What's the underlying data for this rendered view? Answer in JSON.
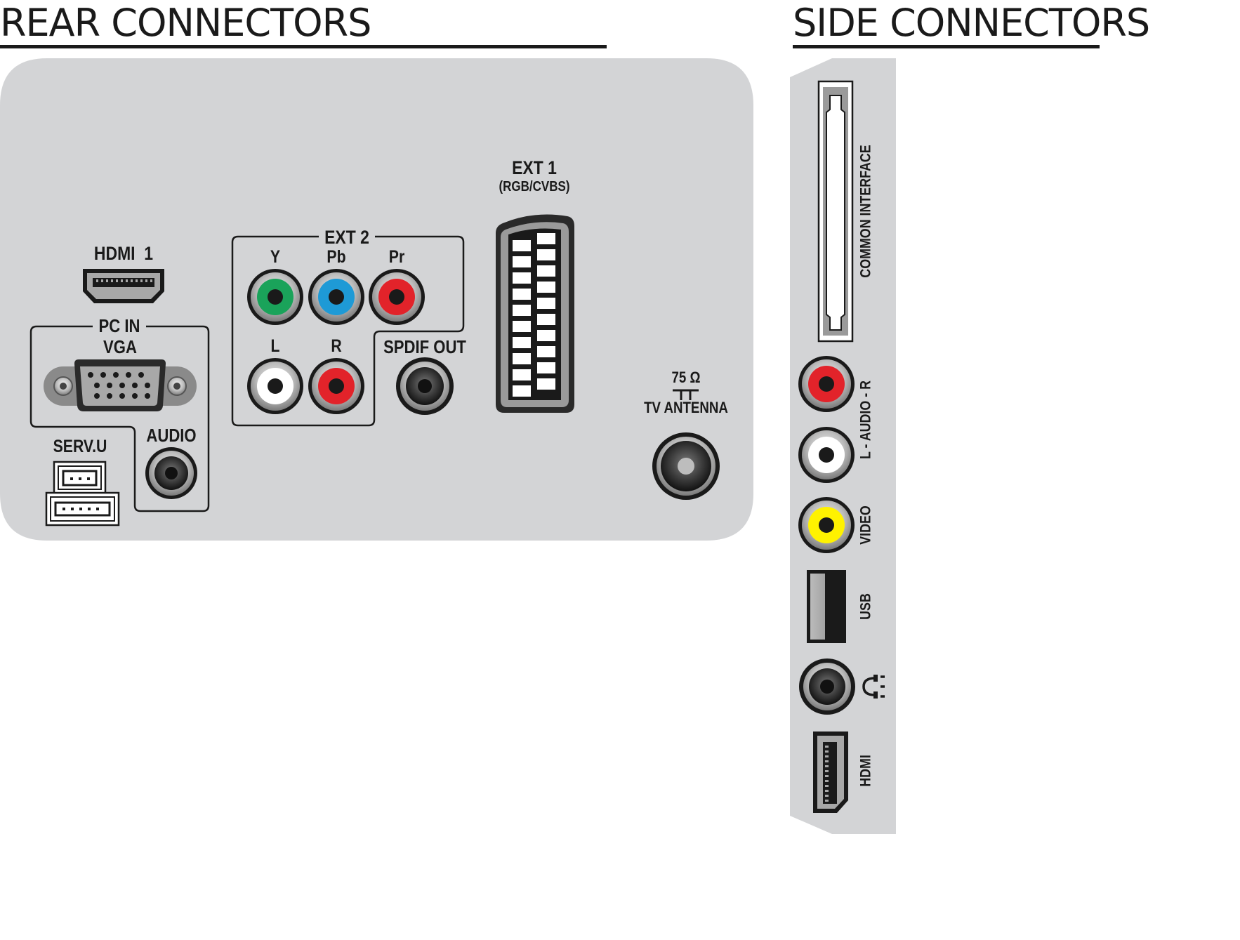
{
  "rear": {
    "title": "REAR CONNECTORS",
    "hdmi1": "HDMI  1",
    "ext2": "EXT 2",
    "y": "Y",
    "pb": "Pb",
    "pr": "Pr",
    "l": "L",
    "r": "R",
    "spdif": "SPDIF OUT",
    "ext1": "EXT 1",
    "ext1_sub": "(RGB/CVBS)",
    "pc_in": "PC IN",
    "vga": "VGA",
    "serv_u": "SERV.U",
    "audio": "AUDIO",
    "ohm": "75 Ω",
    "antenna": "TV ANTENNA"
  },
  "side": {
    "title": "SIDE CONNECTORS",
    "common_interface": "COMMON INTERFACE",
    "audio_lr": "L - AUDIO - R",
    "video": "VIDEO",
    "usb": "USB",
    "hdmi": "HDMI"
  },
  "colors": {
    "panel": "#d3d4d6",
    "green": "#1aa35a",
    "blue": "#1e9ad6",
    "red": "#e2232a",
    "white": "#ffffff",
    "yellow": "#fff200",
    "dark": "#1a1a1a"
  },
  "icons": [
    "headphone-icon"
  ]
}
